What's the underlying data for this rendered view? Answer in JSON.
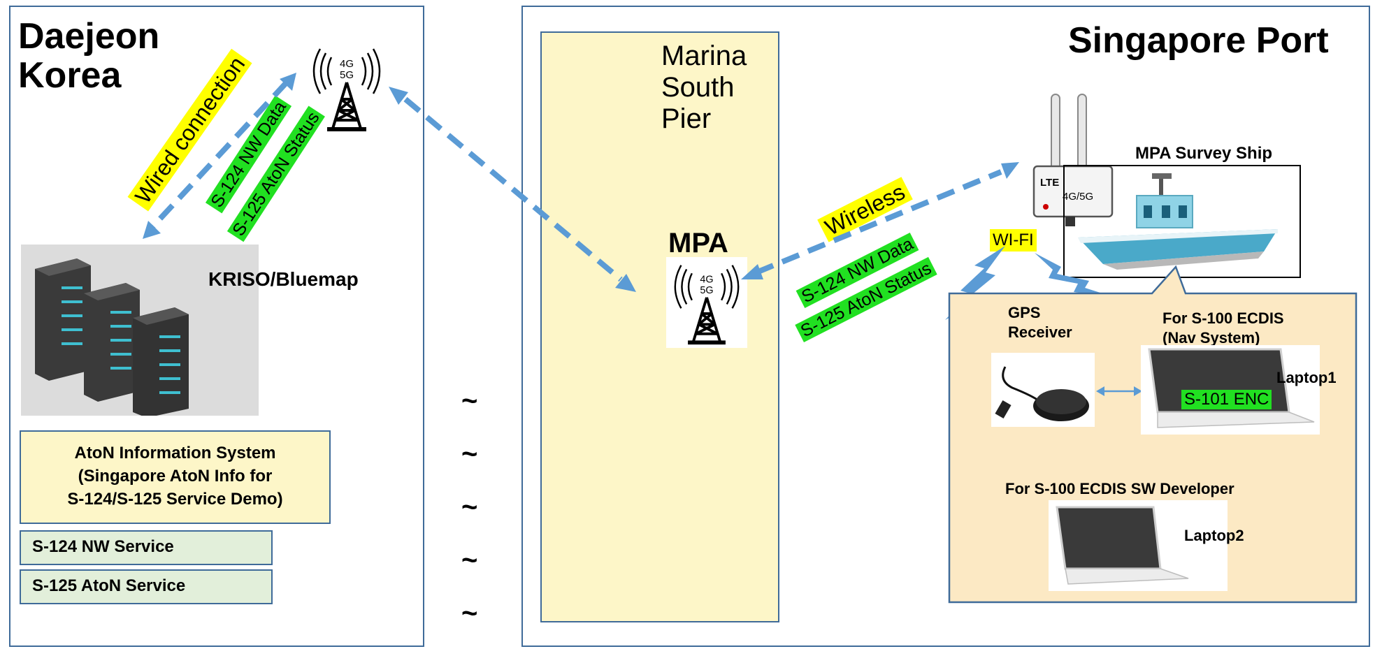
{
  "left_panel": {
    "location_line1": "Daejeon",
    "location_line2": "Korea",
    "wired_label": "Wired connection",
    "nw_data_label": "S-124 NW Data",
    "aton_status_label": "S-125 AtoN Status",
    "server_label": "KRISO/Bluemap",
    "info_system_line1": "AtoN Information System",
    "info_system_line2": "(Singapore AtoN Info for",
    "info_system_line3": "S-124/S-125 Service Demo)",
    "service1": "S-124 NW Service",
    "service2": "S-125 AtoN Service"
  },
  "tower_icon_text_top": "4G",
  "tower_icon_text_bottom": "5G",
  "tildes": [
    "~",
    "~",
    "~",
    "~",
    "~"
  ],
  "pier": {
    "line1": "Marina",
    "line2": "South",
    "line3": "Pier",
    "mpa_label": "MPA"
  },
  "right_panel": {
    "title": "Singapore Port",
    "wireless_label": "Wireless",
    "nw_data_label": "S-124 NW Data",
    "aton_status_label": "S-125 AtoN Status",
    "router_label_line1": "LTE",
    "router_label_line2": "4G/5G",
    "wifi_label": "WI-FI",
    "ship_label": "MPA Survey Ship",
    "gps_line1": "GPS",
    "gps_line2": "Receiver",
    "ecdis_line1": "For S-100 ECDIS",
    "ecdis_line2": "(Nav System)",
    "laptop1_label": "Laptop1",
    "enc_label": "S-101 ENC",
    "developer_label": "For S-100 ECDIS SW Developer",
    "laptop2_label": "Laptop2"
  },
  "colors": {
    "panel_border": "#3f6b99",
    "arrow": "#5b9bd5",
    "highlight_green": "#21e021",
    "highlight_yellow": "#ffff00",
    "box_yellow": "#fdf6c8",
    "service_green": "#e2efda"
  }
}
